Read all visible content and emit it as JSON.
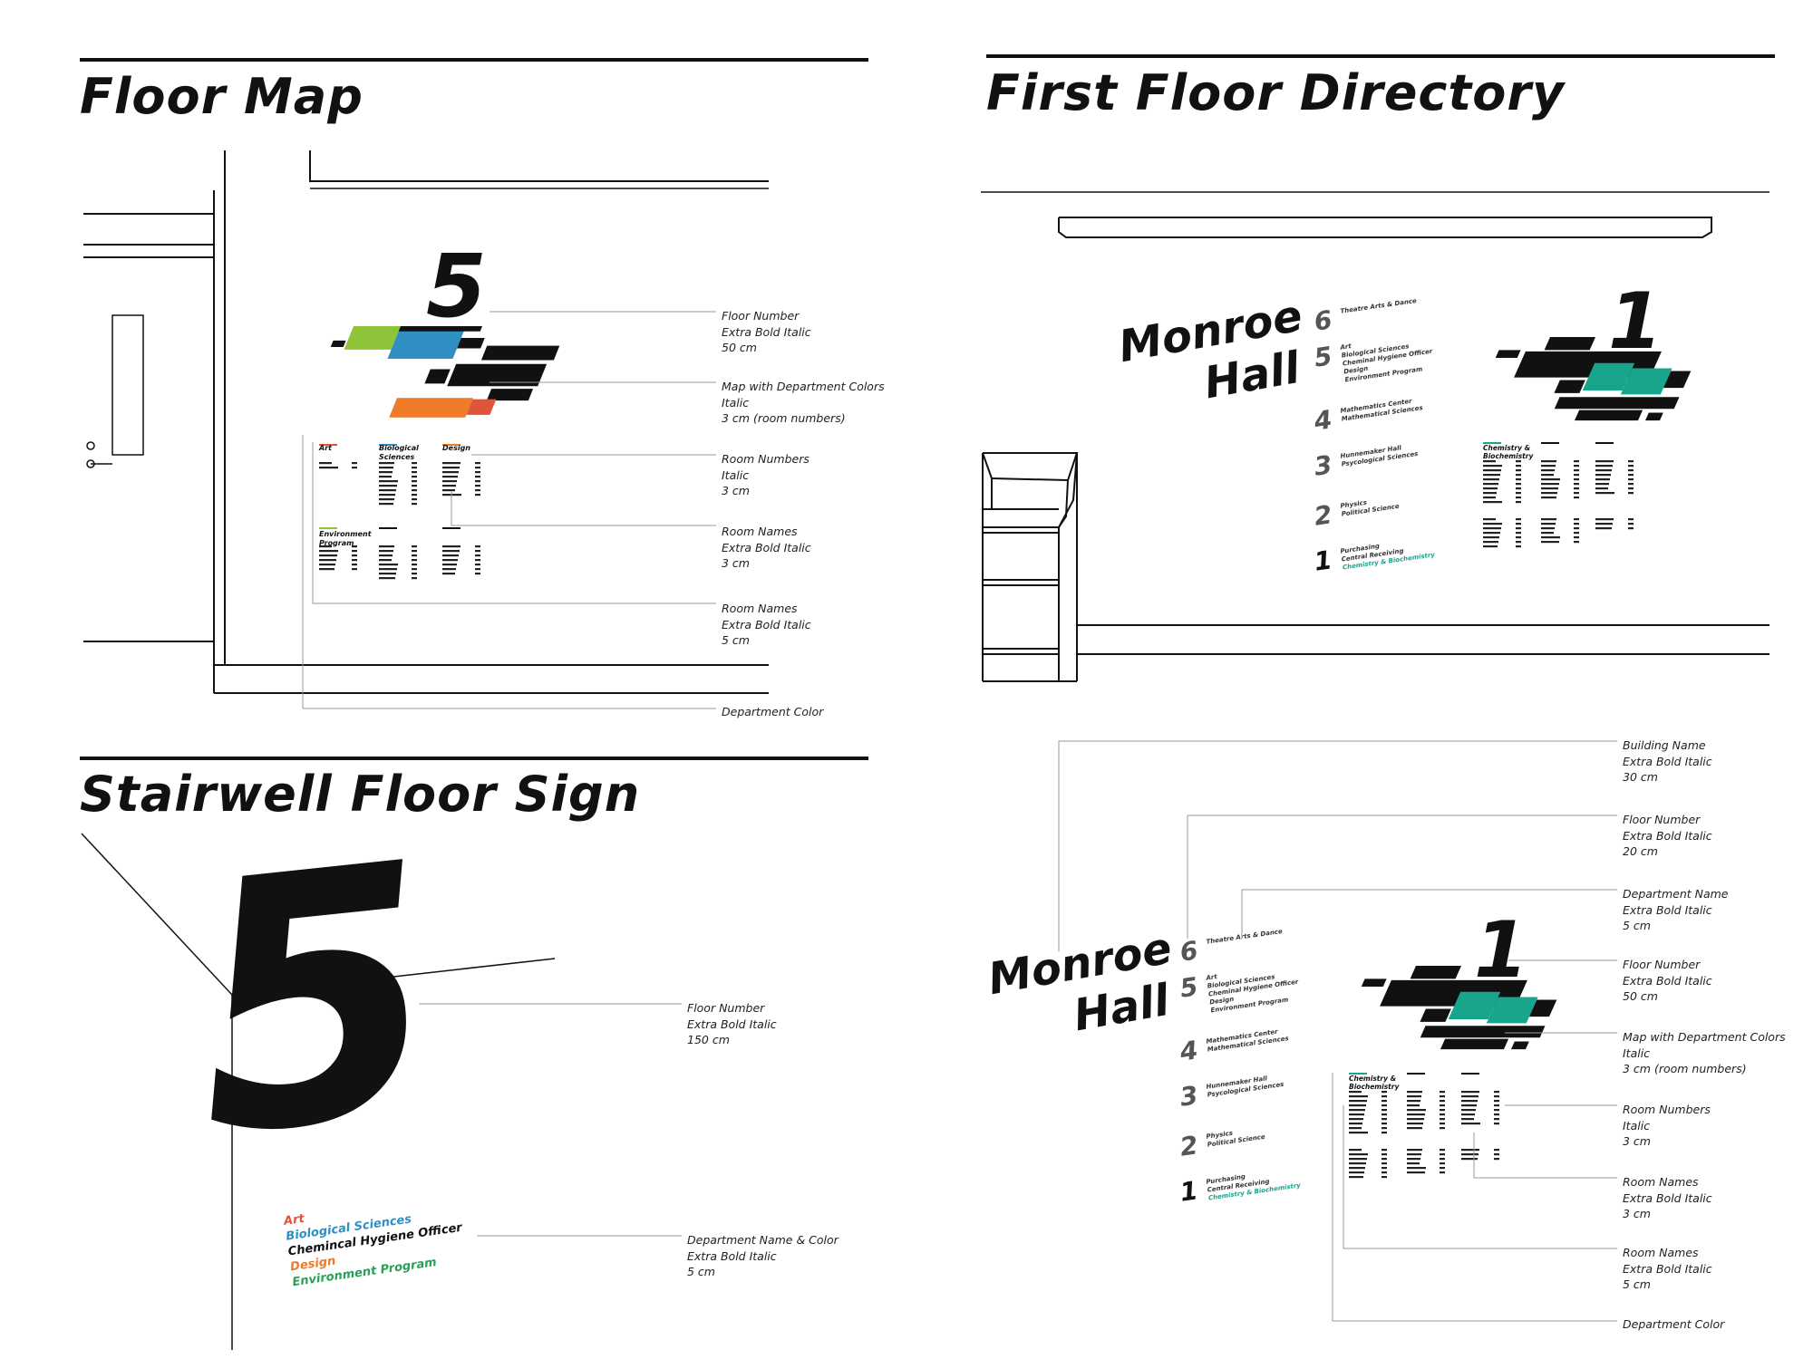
{
  "headings": {
    "floor_map": "Floor Map",
    "first_floor_directory": "First Floor Directory",
    "stairwell_floor_sign": "Stairwell Floor Sign"
  },
  "floor_map": {
    "floor_number": "5",
    "dept_lists": [
      {
        "name": "Art",
        "color": "#e0553a"
      },
      {
        "name": "Biological Sciences",
        "color": "#2f8fc4"
      },
      {
        "name": "Design",
        "color": "#ee7a2a"
      },
      {
        "name": "Environment Program",
        "color": "#8fc43a"
      }
    ],
    "annotations": [
      {
        "lines": [
          "Floor Number",
          "Extra Bold Italic",
          "50 cm"
        ]
      },
      {
        "lines": [
          "Map with Department Colors",
          "Italic",
          "3 cm (room numbers)"
        ]
      },
      {
        "lines": [
          "Room Numbers",
          "Italic",
          "3 cm"
        ]
      },
      {
        "lines": [
          "Room Names",
          "Extra Bold Italic",
          "3 cm"
        ]
      },
      {
        "lines": [
          "Room Names",
          "Extra Bold Italic",
          "5 cm"
        ]
      },
      {
        "lines": [
          "Department Color"
        ]
      }
    ]
  },
  "directory": {
    "building_name_line1": "Monroe",
    "building_name_line2": "Hall",
    "floor_number": "1",
    "floors": [
      {
        "number": "6",
        "departments": [
          "Theatre Arts & Dance"
        ]
      },
      {
        "number": "5",
        "departments": [
          "Art",
          "Biological Sciences",
          "Cheminal Hygiene Officer",
          "Design",
          "Environment Program"
        ]
      },
      {
        "number": "4",
        "departments": [
          "Mathematics Center",
          "Mathematical Sciences"
        ]
      },
      {
        "number": "3",
        "departments": [
          "Hunnemaker Hall",
          "Psycological Sciences"
        ]
      },
      {
        "number": "2",
        "departments": [
          "Physics",
          "Political Science"
        ]
      },
      {
        "number": "1",
        "departments": [
          "Purchasing",
          "Central Receiving",
          "Chemistry & Biochemistry"
        ]
      }
    ],
    "list_title": "Chemistry & Biochemistry",
    "accent": "#19a58c",
    "annotations": [
      {
        "lines": [
          "Building Name",
          "Extra Bold Italic",
          "30 cm"
        ]
      },
      {
        "lines": [
          "Floor Number",
          "Extra Bold Italic",
          "20 cm"
        ]
      },
      {
        "lines": [
          "Department Name",
          "Extra Bold Italic",
          "5 cm"
        ]
      },
      {
        "lines": [
          "Floor Number",
          "Extra Bold Italic",
          "50 cm"
        ]
      },
      {
        "lines": [
          "Map with Department Colors",
          "Italic",
          "3 cm (room numbers)"
        ]
      },
      {
        "lines": [
          "Room Numbers",
          "Italic",
          "3 cm"
        ]
      },
      {
        "lines": [
          "Room Names",
          "Extra Bold Italic",
          "3 cm"
        ]
      },
      {
        "lines": [
          "Room Names",
          "Extra Bold Italic",
          "5 cm"
        ]
      },
      {
        "lines": [
          "Department Color"
        ]
      }
    ]
  },
  "stairwell": {
    "floor_number": "5",
    "departments": [
      {
        "name": "Art",
        "color": "#e0553a"
      },
      {
        "name": "Biological Sciences",
        "color": "#2f8fc4"
      },
      {
        "name": "Chemincal Hygiene Officer",
        "color": "#111111"
      },
      {
        "name": "Design",
        "color": "#ee7a2a"
      },
      {
        "name": "Environment Program",
        "color": "#2aa05a"
      }
    ],
    "annotations": [
      {
        "lines": [
          "Floor Number",
          "Extra Bold Italic",
          "150 cm"
        ]
      },
      {
        "lines": [
          "Department Name & Color",
          "Extra Bold Italic",
          "5 cm"
        ]
      }
    ]
  }
}
